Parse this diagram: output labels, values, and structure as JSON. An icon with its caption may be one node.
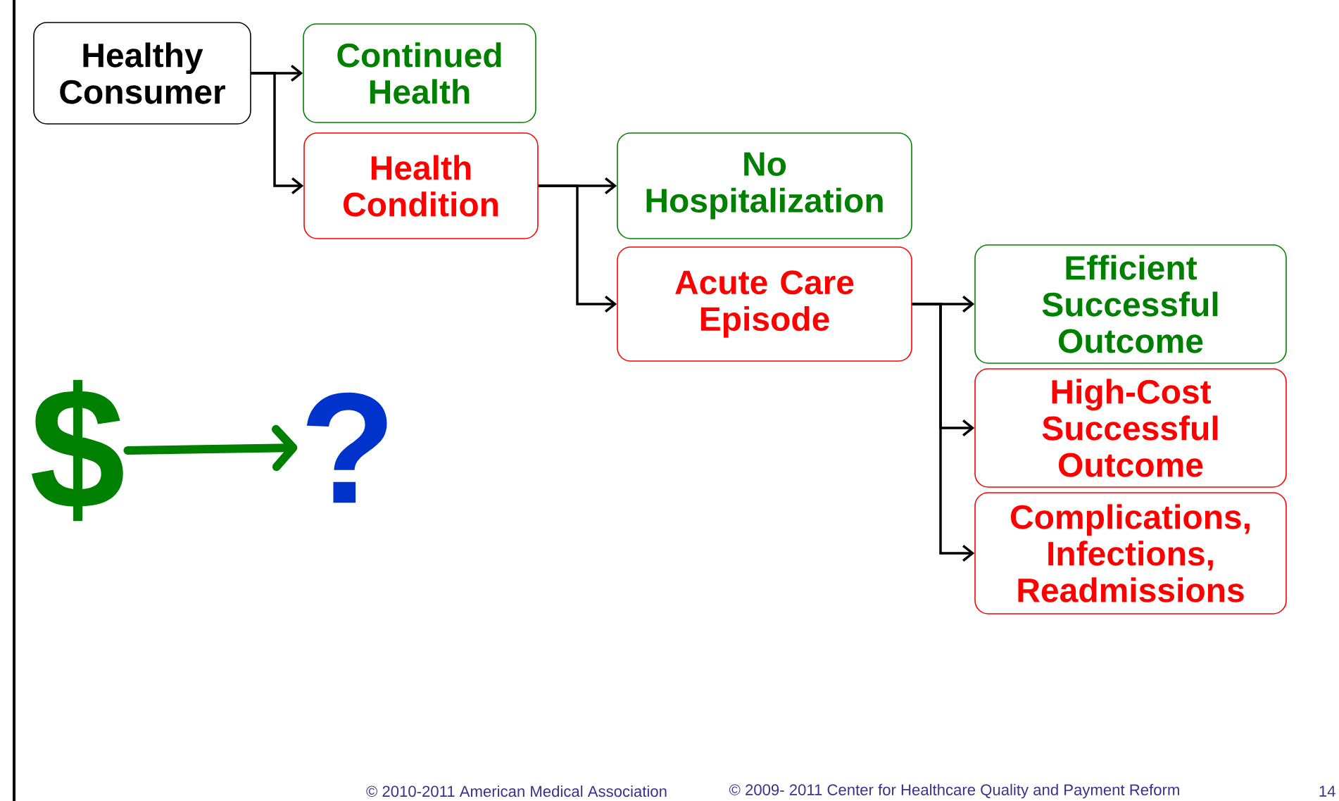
{
  "diagram": {
    "nodes": [
      {
        "text": [
          "Healthy Consumer"
        ]
      },
      {
        "text": [
          "Continued Health"
        ]
      },
      {
        "text": [
          "Health Condition"
        ]
      },
      {
        "text": [
          "No Hospitalization"
        ]
      },
      {
        "text": [
          "Acute Care Episode"
        ]
      },
      {
        "text": [
          "Efficient Successful Outcome"
        ]
      },
      {
        "text": [
          "High-Cost Successful Outcome"
        ]
      },
      {
        "text": [
          "Complications, Infections, Readmissions"
        ]
      },
      {
        "text": [
          "$"
        ]
      },
      {
        "text": [
          "?"
        ]
      }
    ],
    "edges": [
      {
        "from": 0,
        "to": 1,
        "arrow": "to"
      },
      {
        "from": 0,
        "to": 2,
        "arrow": "to"
      },
      {
        "from": 2,
        "to": 3,
        "arrow": "to"
      },
      {
        "from": 2,
        "to": 4,
        "arrow": "to"
      },
      {
        "from": 4,
        "to": 5,
        "arrow": "to"
      },
      {
        "from": 4,
        "to": 6,
        "arrow": "to"
      },
      {
        "from": 4,
        "to": 7,
        "arrow": "to"
      },
      {
        "from": 8,
        "to": 9,
        "arrow": "to",
        "style": "thick",
        "color": "#008000"
      }
    ],
    "labels": [
      "© 2010-2011 American Medical Association",
      "© 2009- 2011 Center for Healthcare Quality and Payment Reform",
      "14"
    ]
  }
}
